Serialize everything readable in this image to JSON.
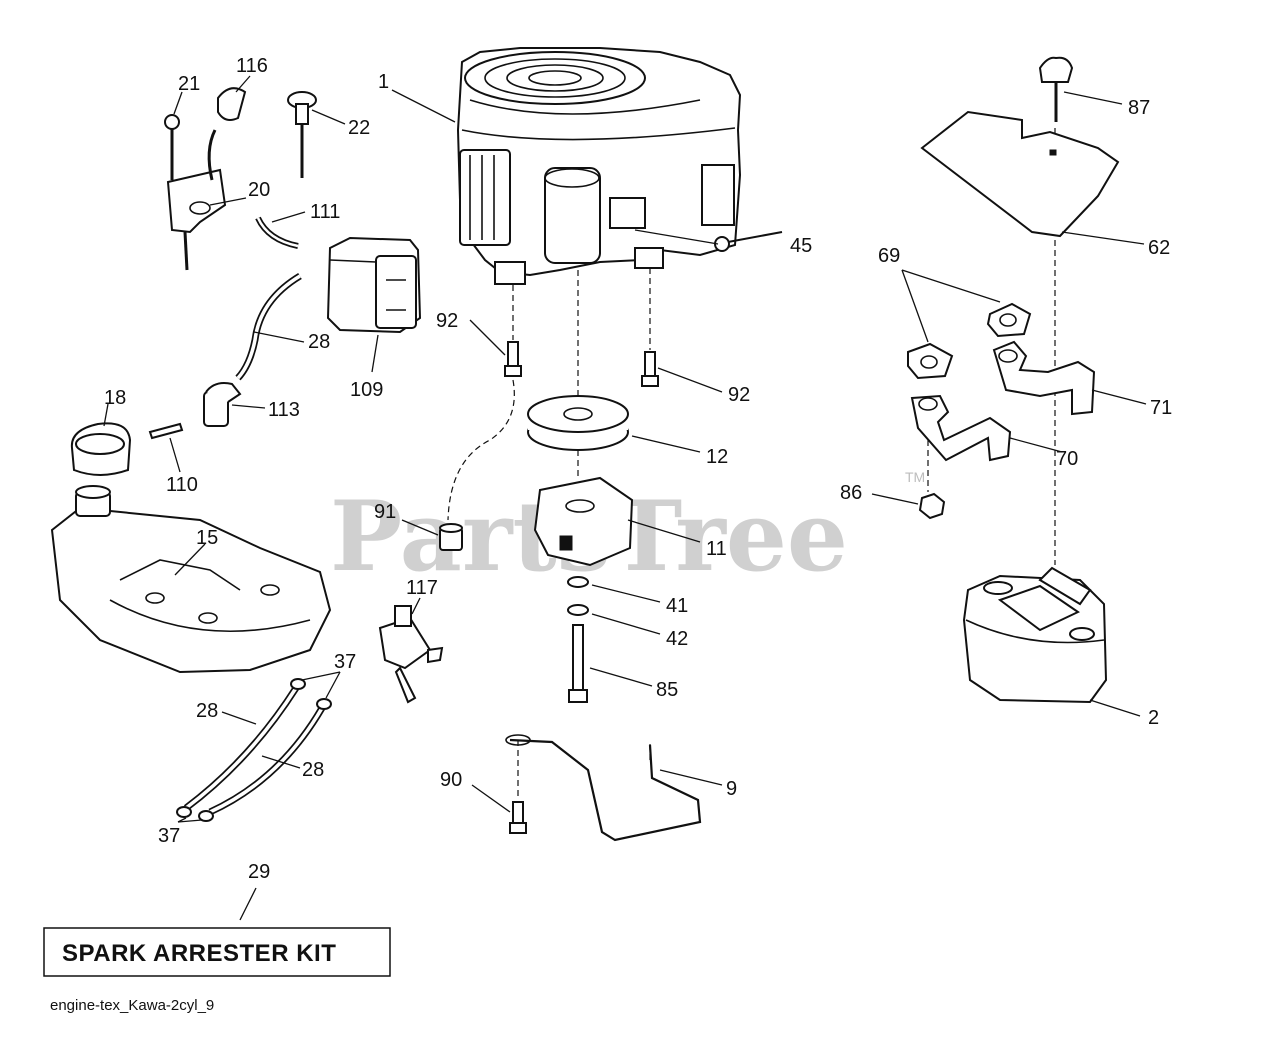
{
  "labels": {
    "l1": "1",
    "l2": "2",
    "l9": "9",
    "l11": "11",
    "l12": "12",
    "l15": "15",
    "l18": "18",
    "l20": "20",
    "l21": "21",
    "l22": "22",
    "l28a": "28",
    "l28b": "28",
    "l28c": "28",
    "l29": "29",
    "l37a": "37",
    "l37b": "37",
    "l41": "41",
    "l42": "42",
    "l45": "45",
    "l62": "62",
    "l69": "69",
    "l70": "70",
    "l71": "71",
    "l85": "85",
    "l86": "86",
    "l87": "87",
    "l90": "90",
    "l91": "91",
    "l92a": "92",
    "l92b": "92",
    "l109": "109",
    "l110": "110",
    "l111": "111",
    "l113": "113",
    "l116": "116",
    "l117": "117"
  },
  "kit_label": "SPARK ARRESTER KIT",
  "drawing_code": "engine-tex_Kawa-2cyl_9",
  "watermark": "PartsTree",
  "watermark_tm": "TM"
}
